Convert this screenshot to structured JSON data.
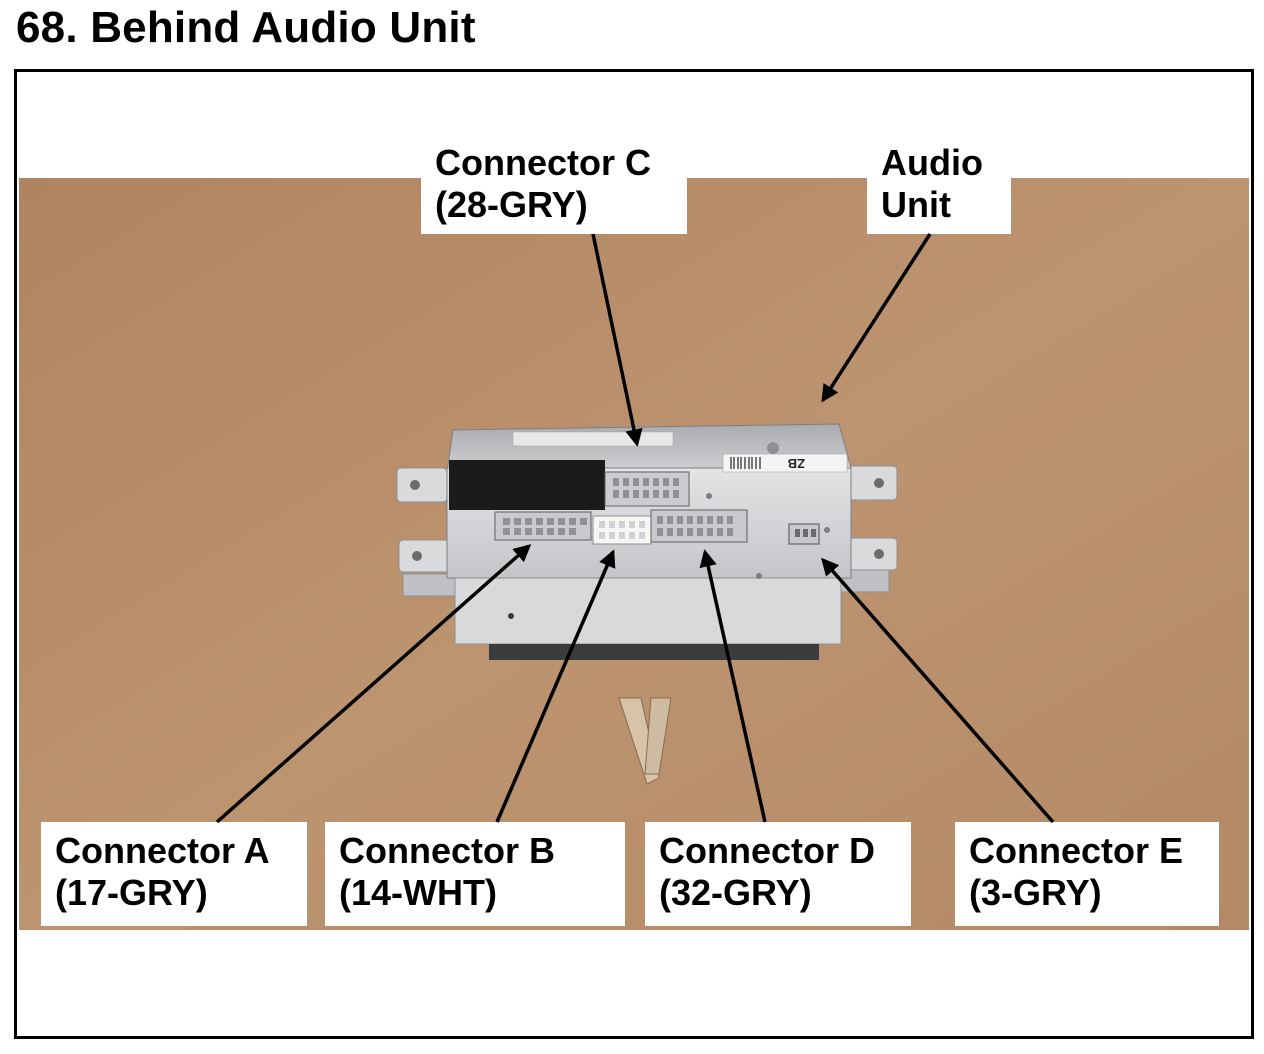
{
  "title": "68. Behind Audio Unit",
  "callouts": {
    "connector_c": {
      "line1": "Connector C",
      "line2": "(28-GRY)"
    },
    "audio_unit": {
      "line1": "Audio",
      "line2": "Unit"
    },
    "connector_a": {
      "line1": "Connector A",
      "line2": "(17-GRY)"
    },
    "connector_b": {
      "line1": "Connector B",
      "line2": "(14-WHT)"
    },
    "connector_d": {
      "line1": "Connector D",
      "line2": "(32-GRY)"
    },
    "connector_e": {
      "line1": "Connector E",
      "line2": "(3-GRY)"
    }
  },
  "unit_label": "ZB",
  "colors": {
    "background_board": "#b98e67",
    "unit_housing": "#d3d4d6",
    "tape": "#1b1b1b",
    "arrow": "#000000"
  }
}
